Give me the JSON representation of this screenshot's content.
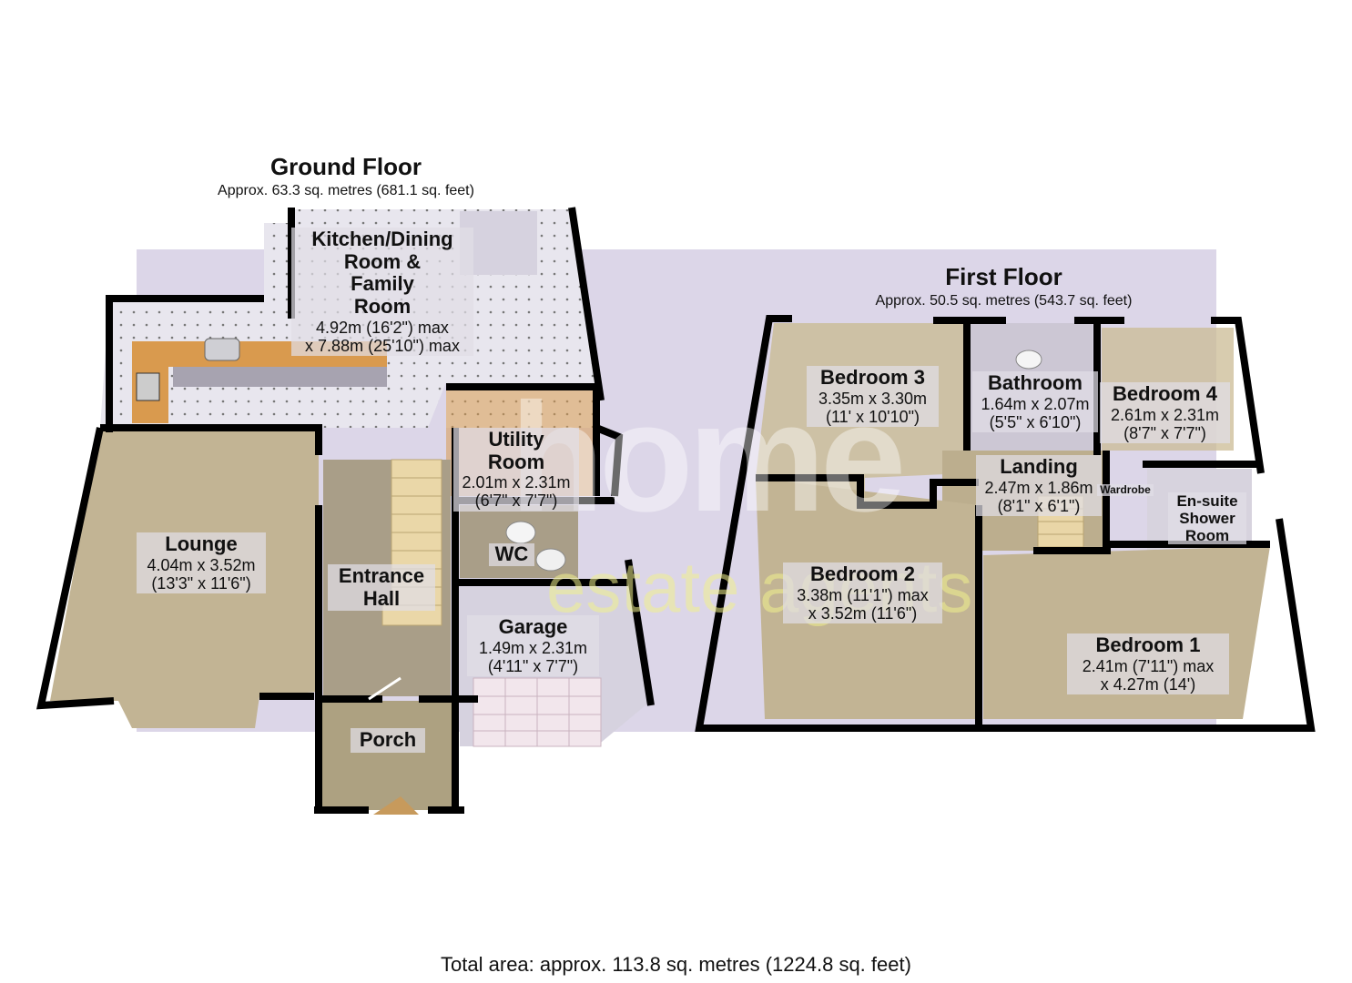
{
  "ground_floor": {
    "title": "Ground Floor",
    "area": "Approx. 63.3 sq. metres (681.1 sq. feet)",
    "rooms": [
      {
        "name": "Kitchen/Dining Room & Family Room",
        "name_lines": [
          "Kitchen/Dining",
          "Room &",
          "Family",
          "Room"
        ],
        "dims": [
          "4.92m (16'2\") max",
          "x 7.88m (25'10\") max"
        ]
      },
      {
        "name": "Utility Room",
        "name_lines": [
          "Utility",
          "Room"
        ],
        "dims": [
          "2.01m x 2.31m",
          "(6'7\" x 7'7\")"
        ]
      },
      {
        "name": "WC",
        "name_lines": [
          "WC"
        ],
        "dims": []
      },
      {
        "name": "Lounge",
        "name_lines": [
          "Lounge"
        ],
        "dims": [
          "4.04m x 3.52m",
          "(13'3\" x 11'6\")"
        ]
      },
      {
        "name": "Entrance Hall",
        "name_lines": [
          "Entrance",
          "Hall"
        ],
        "dims": []
      },
      {
        "name": "Garage",
        "name_lines": [
          "Garage"
        ],
        "dims": [
          "1.49m x 2.31m",
          "(4'11\" x 7'7\")"
        ]
      },
      {
        "name": "Porch",
        "name_lines": [
          "Porch"
        ],
        "dims": []
      }
    ]
  },
  "first_floor": {
    "title": "First Floor",
    "area": "Approx. 50.5 sq. metres (543.7 sq. feet)",
    "rooms": [
      {
        "name": "Bedroom 3",
        "dims": [
          "3.35m x 3.30m",
          "(11' x 10'10\")"
        ]
      },
      {
        "name": "Bathroom",
        "dims": [
          "1.64m x 2.07m",
          "(5'5\" x 6'10\")"
        ]
      },
      {
        "name": "Bedroom 4",
        "dims": [
          "2.61m x 2.31m",
          "(8'7\" x 7'7\")"
        ]
      },
      {
        "name": "Landing",
        "dims": [
          "2.47m x 1.86m",
          "(8'1\" x 6'1\")"
        ]
      },
      {
        "name": "Wardrobe",
        "dims": []
      },
      {
        "name": "En-suite Shower Room",
        "name_lines": [
          "En-suite",
          "Shower",
          "Room"
        ],
        "dims": []
      },
      {
        "name": "Bedroom 2",
        "dims": [
          "3.38m (11'1\") max",
          "x 3.52m (11'6\")"
        ]
      },
      {
        "name": "Bedroom 1",
        "dims": [
          "2.41m (7'11\") max",
          "x 4.27m (14')"
        ]
      }
    ]
  },
  "total_area": "Total area: approx. 113.8 sq. metres (1224.8 sq. feet)",
  "watermark": {
    "primary": "home",
    "secondary": "estate agents"
  },
  "colors": {
    "band": "#dcd6e8",
    "wall": "#000000",
    "carpet": "#b8a98a",
    "kitchen_worktop": "#d99a4e",
    "tile_floor": "#e4e2ea",
    "label_bg": "#e1dee6"
  }
}
